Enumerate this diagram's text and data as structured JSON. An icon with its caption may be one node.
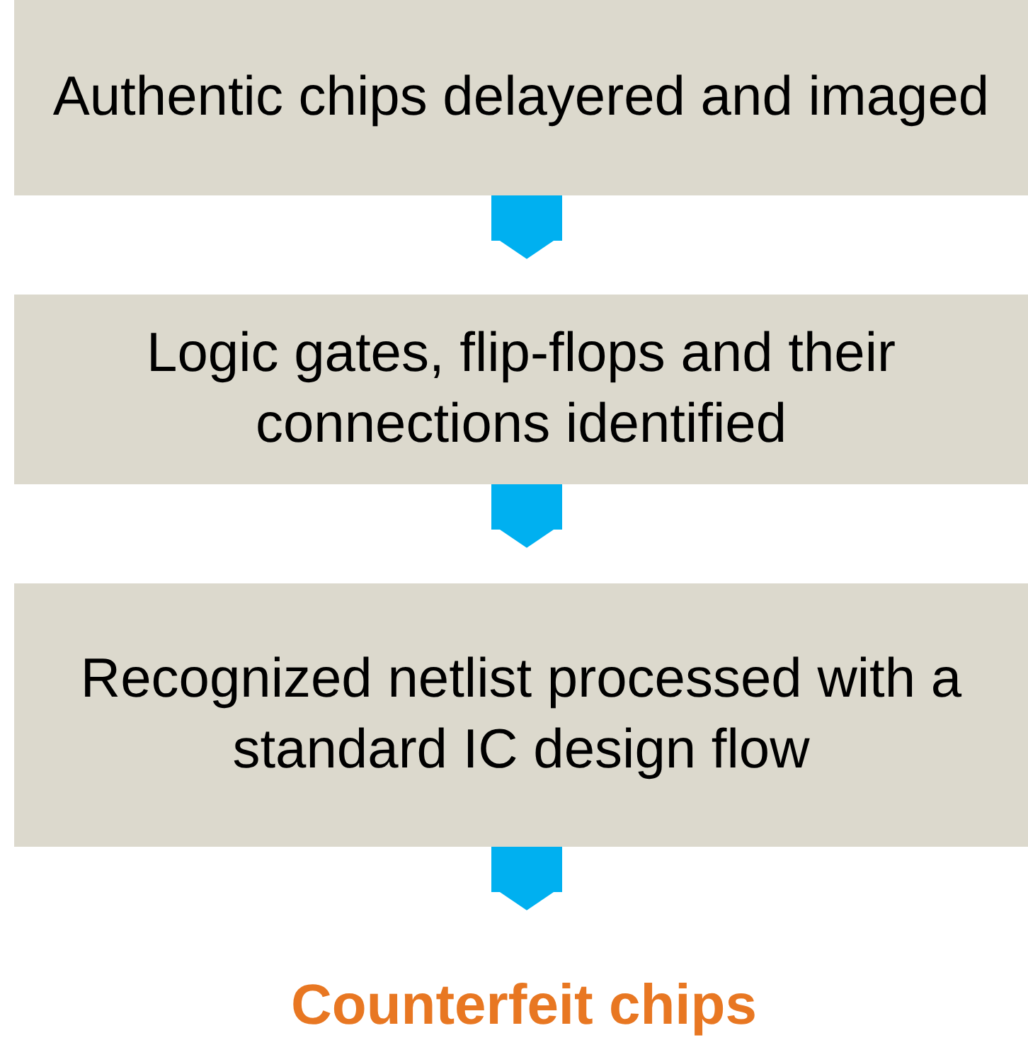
{
  "diagram": {
    "nodes": [
      {
        "text": [
          "Authentic chips delayered and imaged"
        ]
      },
      {
        "text": [
          "Logic gates, flip-flops and their connections identified"
        ]
      },
      {
        "text": [
          "Recognized netlist processed with a standard IC design flow"
        ]
      },
      {
        "text": [
          "Counterfeit chips"
        ]
      }
    ],
    "edges": [
      {
        "from": 0,
        "to": 1,
        "arrow": "to"
      },
      {
        "from": 1,
        "to": 2,
        "arrow": "to"
      },
      {
        "from": 2,
        "to": 3,
        "arrow": "to"
      }
    ]
  }
}
